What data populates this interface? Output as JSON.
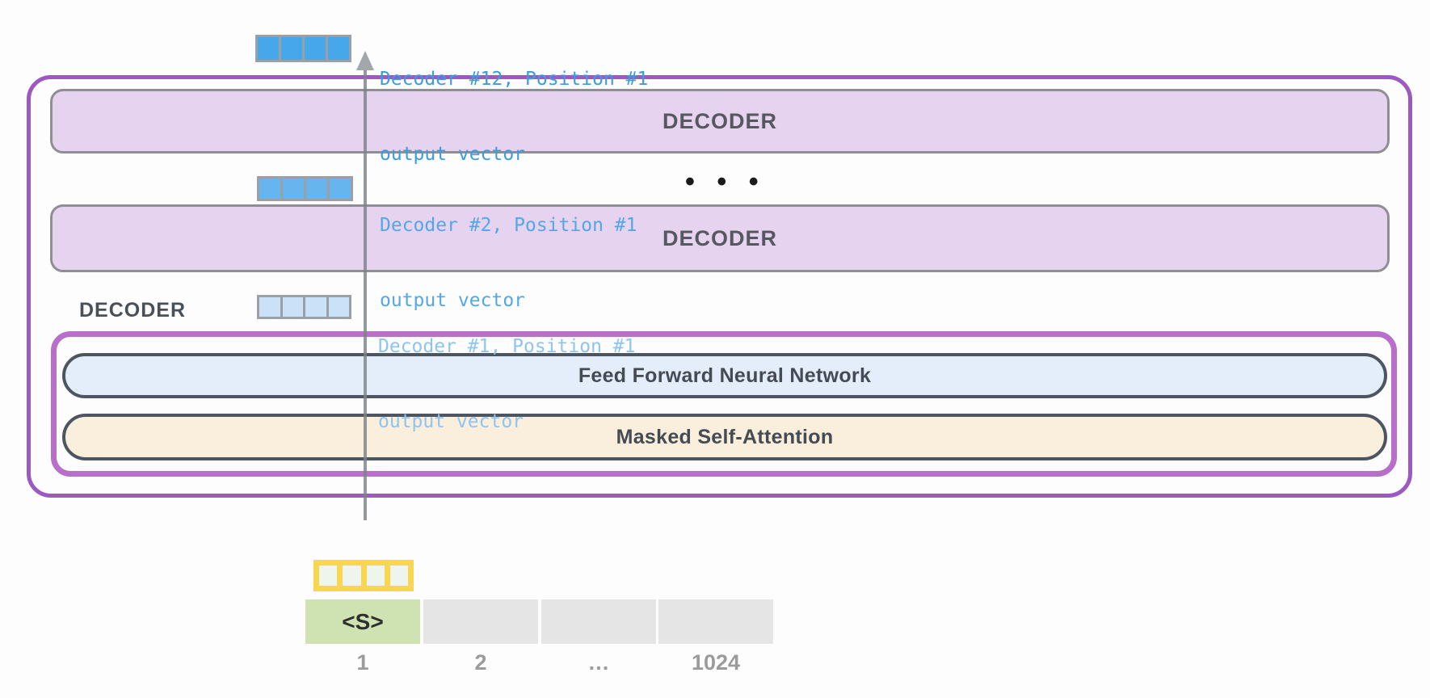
{
  "annotations": {
    "out12": {
      "line1": "Decoder #12, Position #1",
      "line2": "output vector"
    },
    "out2": {
      "line1": "Decoder #2, Position #1",
      "line2": "output vector"
    },
    "out1": {
      "line1": "Decoder #1, Position #1",
      "line2": "output vector"
    },
    "stack_ellipsis": "• • •"
  },
  "decoder_stack": {
    "top_bar_label": "DECODER",
    "middle_bar_label": "DECODER",
    "side_label": "DECODER"
  },
  "sublayers": {
    "ffnn_label": "Feed Forward Neural Network",
    "masked_label": "Masked Self-Attention"
  },
  "input": {
    "start_token": "<s>",
    "positions": [
      "1",
      "2",
      "…",
      "1024"
    ]
  },
  "colors": {
    "outer_box_border": "#9c59c0",
    "inner_box_border": "#b76fc9",
    "decoder_bar_fill": "#e6d3ef",
    "ffnn_fill": "#e4eefb",
    "masked_fill": "#faeedd",
    "vector_top": "#47a7eb",
    "vector_mid": "#66b5ee",
    "vector_low": "#c9e2f8",
    "text_top": "#3f9be0",
    "text_mid": "#54a7e7",
    "text_low": "#8fc4ef",
    "embedding_frame": "#f8d64e",
    "embedding_cell": "#eef5ec",
    "start_token_fill": "#cfe3b2",
    "token_fill": "#e5e5e5"
  }
}
